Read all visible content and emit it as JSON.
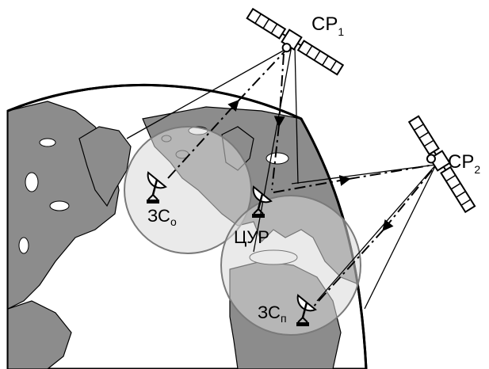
{
  "labels": {
    "sat1": {
      "main": "СР",
      "sub": "1"
    },
    "sat2": {
      "main": "СР",
      "sub": "2"
    },
    "earth_station_o": {
      "main": "ЗС",
      "sub": "о"
    },
    "earth_station_p": {
      "main": "ЗС",
      "sub": "п"
    },
    "control_center": "ЦУР"
  },
  "colors": {
    "land": "#8c8c8c",
    "ocean": "#ffffff",
    "coverage": "#d9d9d9",
    "outline": "#000000",
    "coverage_edge": "#7a7a7a"
  },
  "icons": [
    "satellite-icon",
    "satellite-icon",
    "antenna-dish-icon",
    "antenna-dish-icon",
    "antenna-dish-icon"
  ]
}
